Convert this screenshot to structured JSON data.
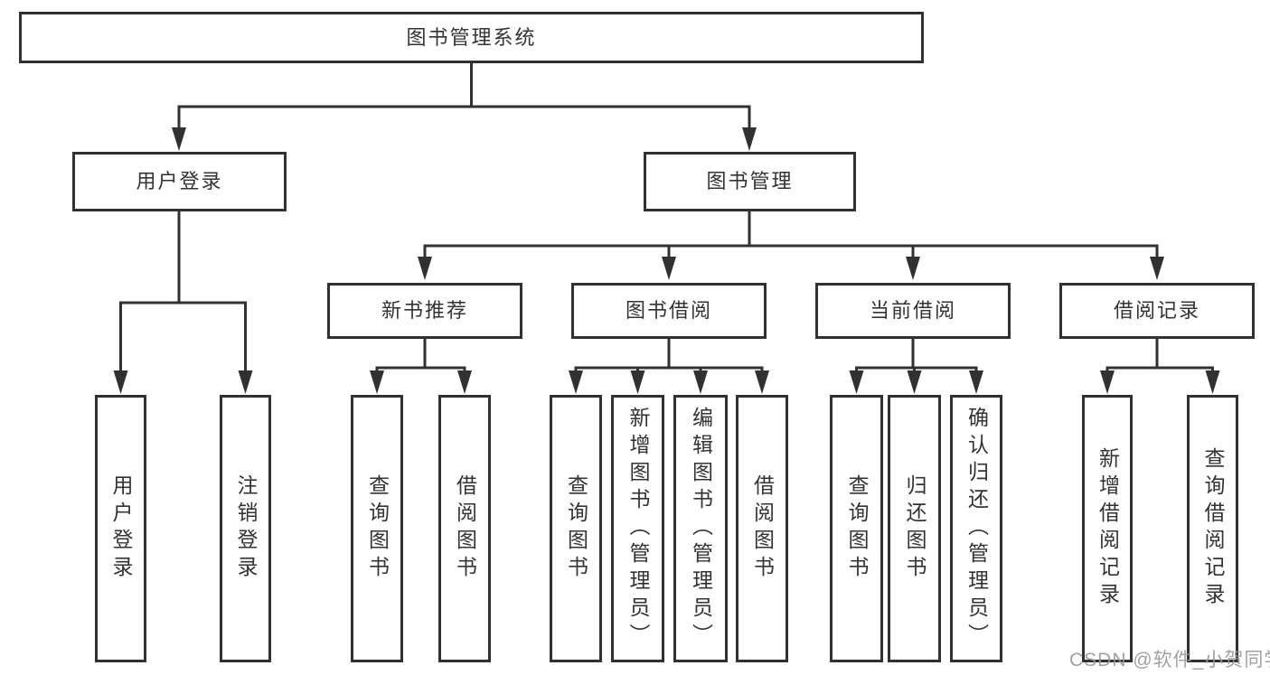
{
  "tree": {
    "root": "图书管理系统",
    "children": [
      {
        "label": "用户登录",
        "children": [
          "用户登录",
          "注销登录"
        ]
      },
      {
        "label": "图书管理",
        "children": [
          {
            "label": "新书推荐",
            "children": [
              "查询图书",
              "借阅图书"
            ]
          },
          {
            "label": "图书借阅",
            "children": [
              "查询图书",
              "新增图书（管理员）",
              "编辑图书（管理员）",
              "借阅图书"
            ]
          },
          {
            "label": "当前借阅",
            "children": [
              "查询图书",
              "归还图书",
              "确认归还（管理员）"
            ]
          },
          {
            "label": "借阅记录",
            "children": [
              "新增借阅记录",
              "查询借阅记录"
            ]
          }
        ]
      }
    ]
  },
  "watermark": "CSDN @软件_小贺同学",
  "colors": {
    "line": "#313131",
    "text": "#333333",
    "watermark": "#979797",
    "background": "#ffffff"
  }
}
